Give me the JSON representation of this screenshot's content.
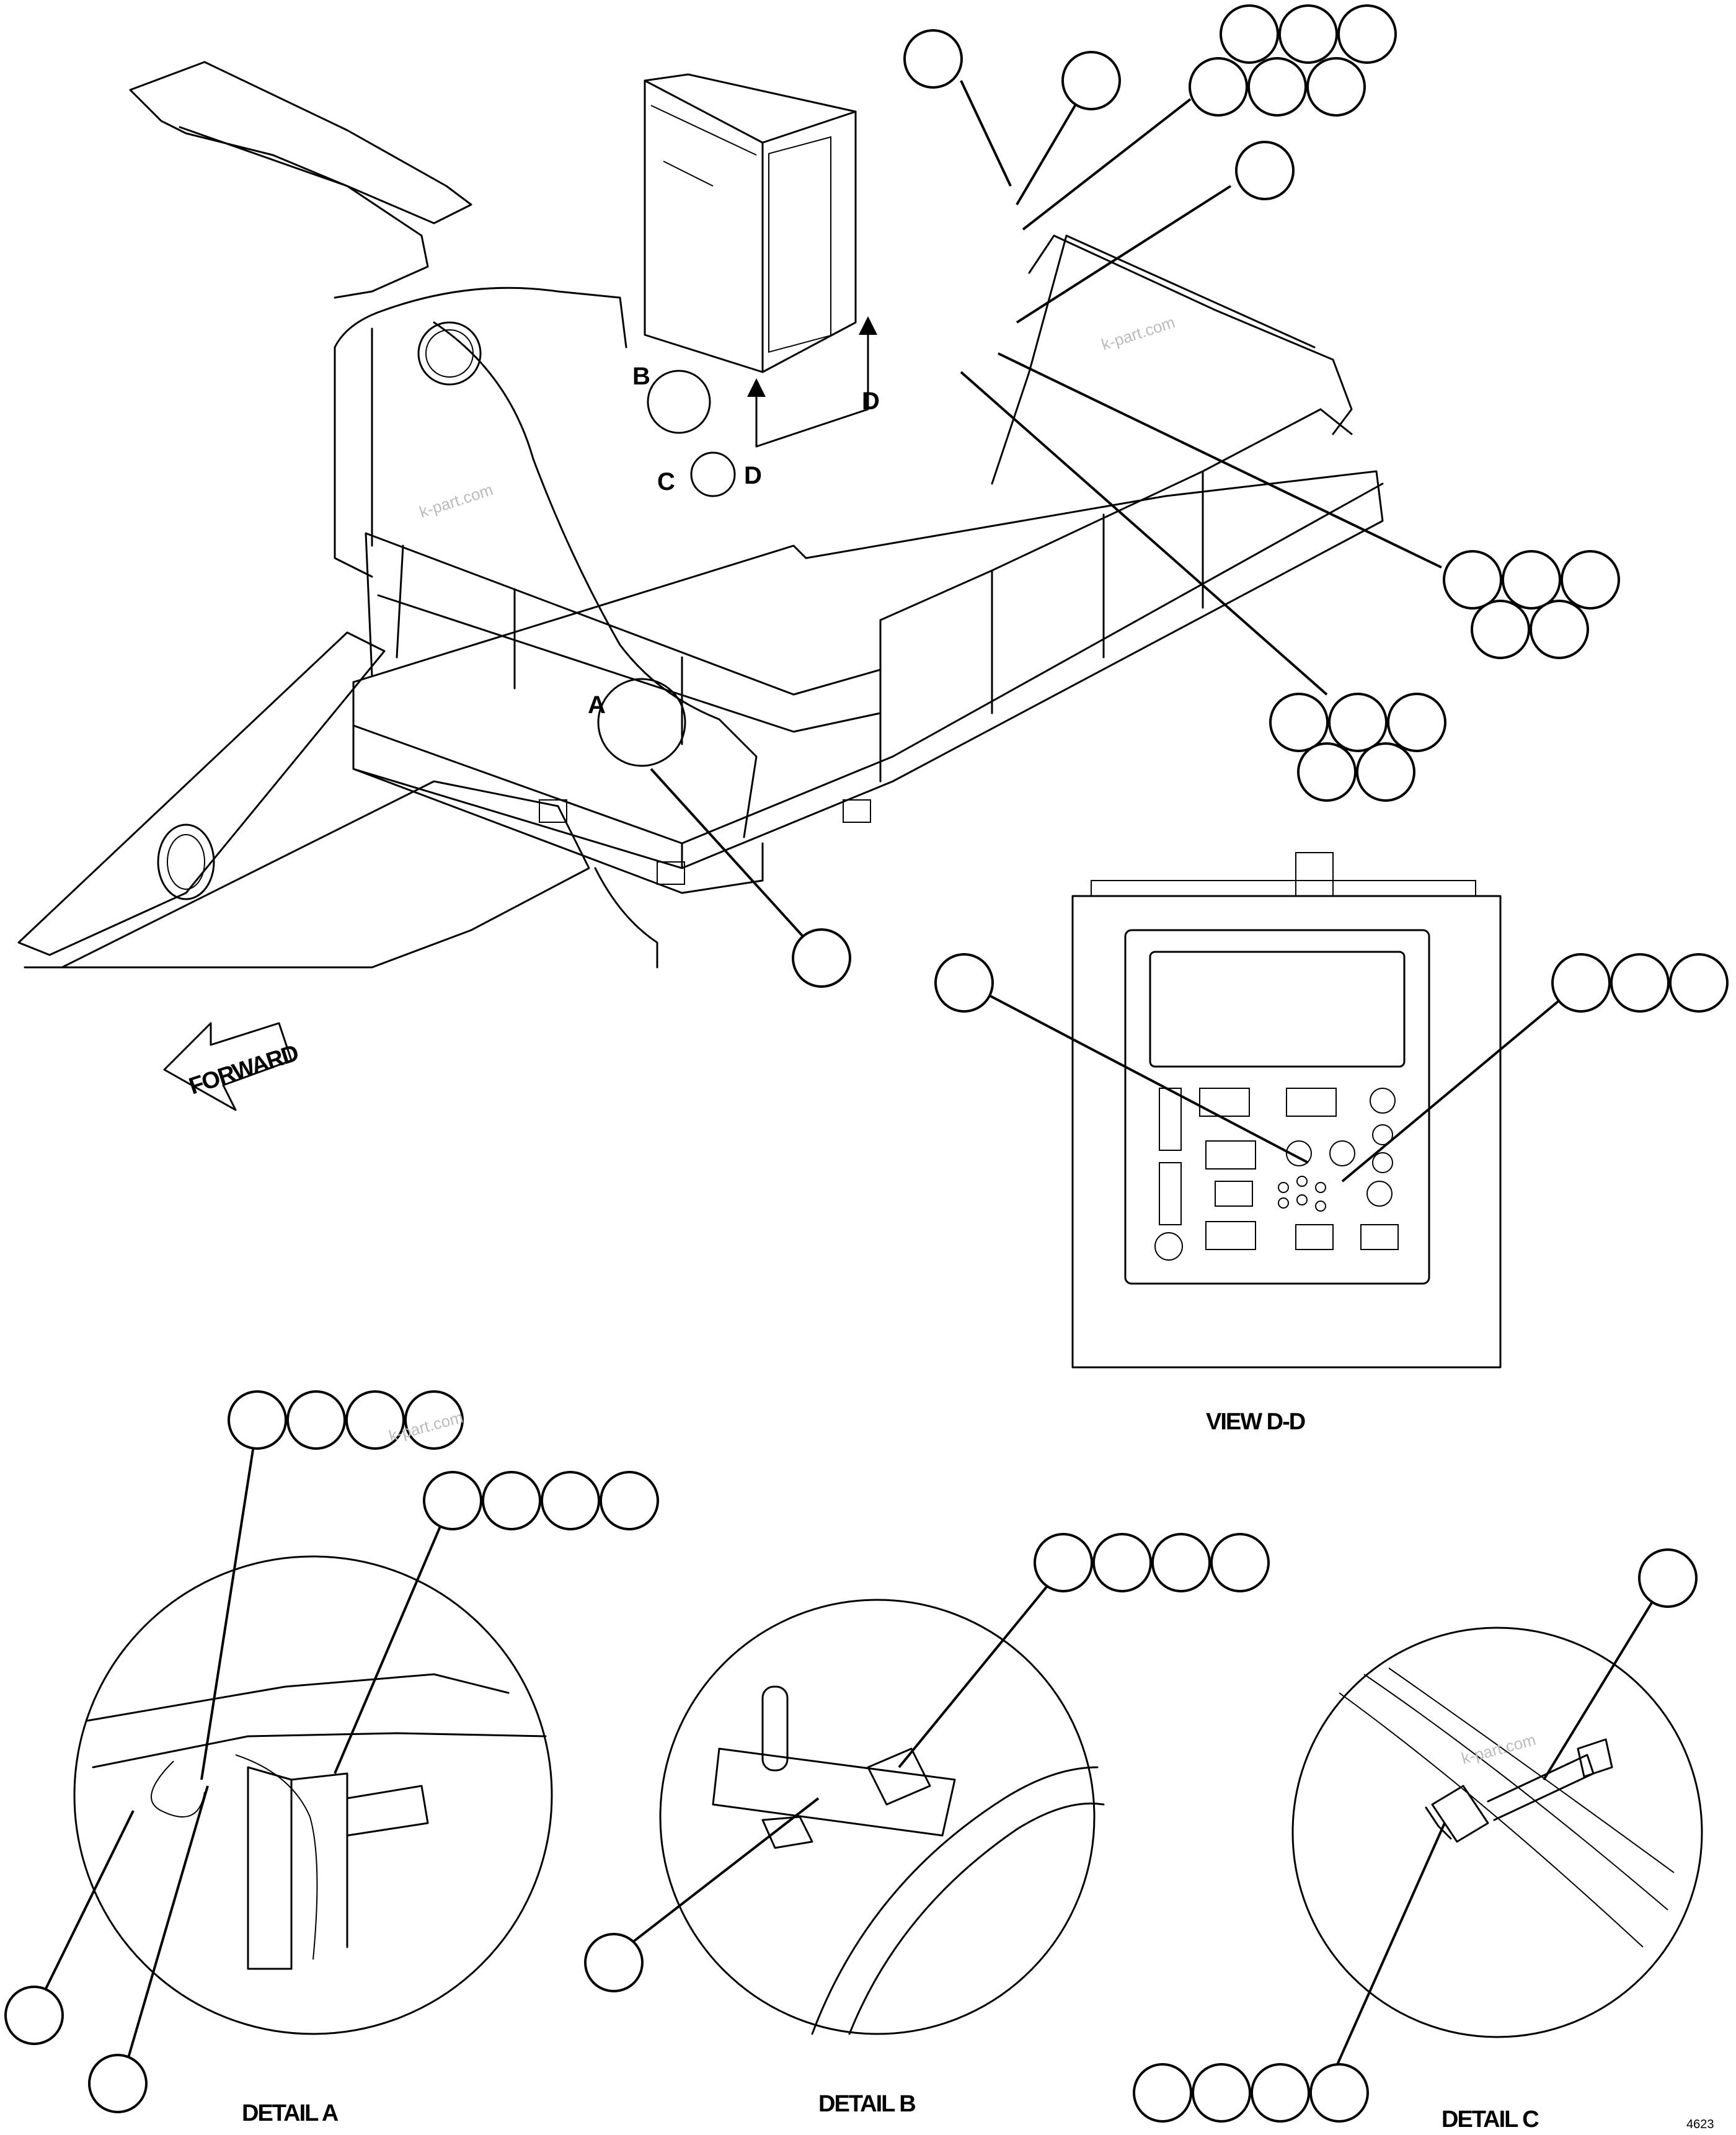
{
  "view_letters": [
    "A",
    "B",
    "C",
    "D"
  ],
  "view_arrow_letter_d": "D",
  "forward_label": "FORWARD",
  "captions": {
    "view_dd": "VIEW D-D",
    "detail_a": "DETAIL A",
    "detail_b": "DETAIL B",
    "detail_c": "DETAIL C"
  },
  "watermark": "k-part.com",
  "sheet_id": "4623",
  "callout_balloons": "empty (no item numbers printed)"
}
